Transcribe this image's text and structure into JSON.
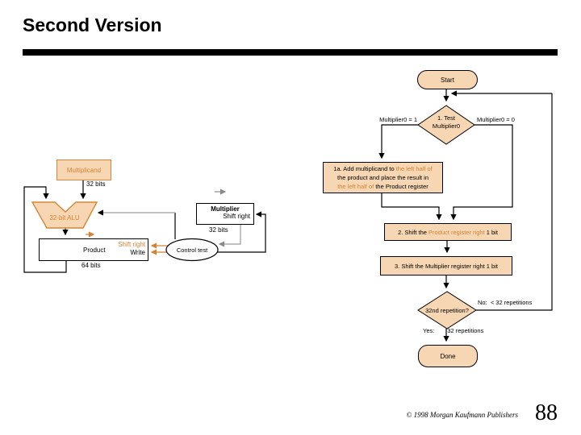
{
  "slide": {
    "title": "Second Version",
    "footer_copyright": "© 1998 Morgan Kaufmann Publishers",
    "page_number": "88"
  },
  "colors": {
    "shape_fill": "#F7D7B3",
    "orange_border": "#D2873A",
    "orange_text": "#D68231",
    "gray_line": "#999999",
    "line_black": "#000000"
  },
  "datapath": {
    "multiplicand": {
      "label": "Multiplicand",
      "bits": "32 bits"
    },
    "alu": {
      "label": "32-bit ALU"
    },
    "multiplier": {
      "label": "Multiplier",
      "control": "Shift right",
      "bits": "32 bits"
    },
    "product": {
      "label": "Product",
      "control_shift": "Shift right",
      "control_write": "Write",
      "bits": "64 bits"
    },
    "control": {
      "label": "Control test"
    }
  },
  "flowchart": {
    "start": "Start",
    "test1_line1": "1. Test",
    "test1_line2": "Multiplier0",
    "branch_left": "Multiplier0 = 1",
    "branch_right": "Multiplier0 = 0",
    "box1a": {
      "seg1": "1a. Add multiplicand to ",
      "seg2": "the left half of",
      "seg3": "the product and place the result in",
      "seg4": "the left half of",
      "seg5": " the Product register"
    },
    "box2": {
      "seg1": "2. Shift the ",
      "seg2": "Product register right",
      "seg3": " 1 bit"
    },
    "box3": "3. Shift the Multiplier register right 1 bit",
    "test2": "32nd repetition?",
    "no_label": "No:  < 32 repetitions",
    "yes_prefix": "Yes:",
    "yes_suffix": "32 repetitions",
    "done": "Done"
  }
}
